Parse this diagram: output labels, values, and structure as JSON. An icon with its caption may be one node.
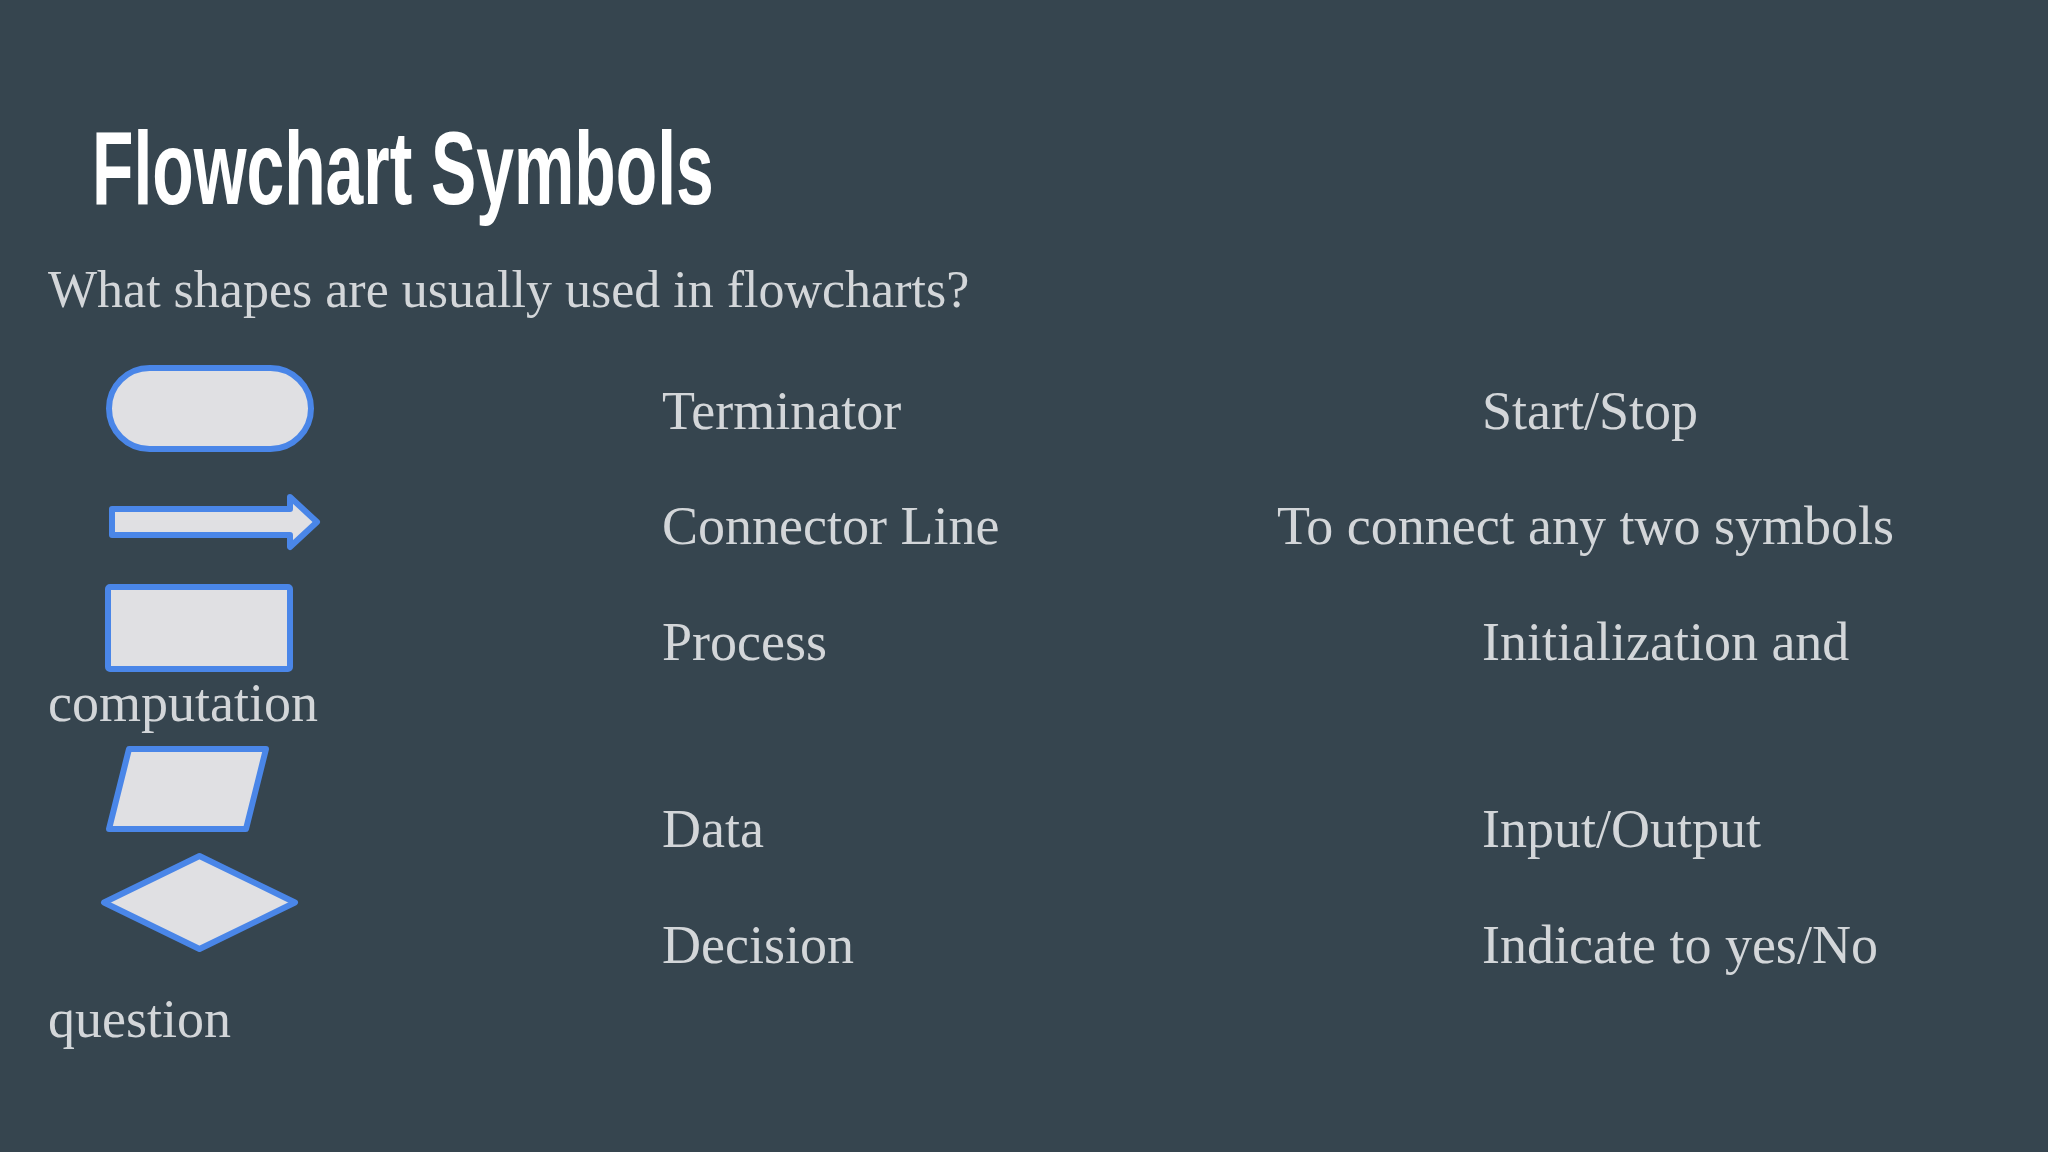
{
  "diagram": {
    "title": "Flowchart Symbols",
    "nodes": [
      {
        "text": [],
        "shape": "pill"
      },
      {
        "text": [],
        "shape": "arrow"
      },
      {
        "text": [],
        "shape": "box"
      },
      {
        "text": [],
        "shape": "parallelogram"
      },
      {
        "text": [],
        "shape": "diamond"
      }
    ],
    "labels": [
      "What shapes are usually used in flowcharts?",
      "Terminator",
      "Start/Stop",
      "Connector Line",
      "To connect any two symbols",
      "Process",
      "Initialization and",
      "computation",
      "Data",
      "Input/Output",
      "Decision",
      "Indicate to yes/No",
      "question"
    ]
  }
}
